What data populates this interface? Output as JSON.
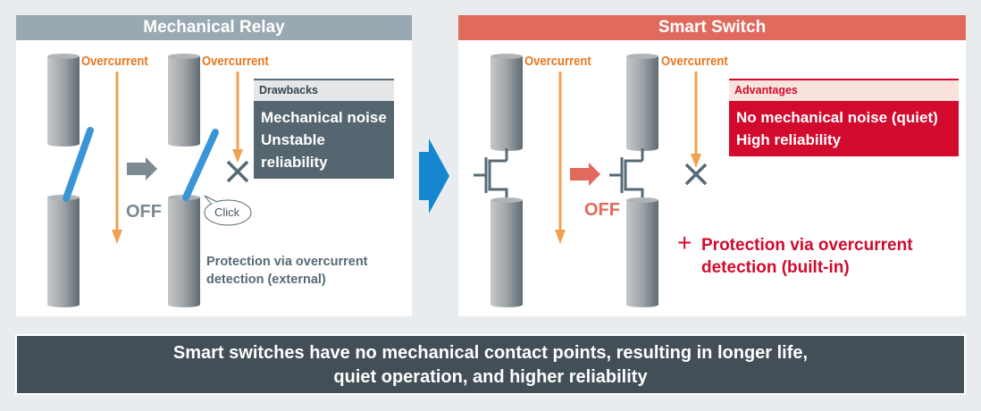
{
  "colors": {
    "background": "#e8ecef",
    "relay_header": "#98a9b1",
    "switch_header": "#e16a5f",
    "overcurrent": "#e8761e",
    "current_arrow": "#f0a050",
    "contact_blue": "#3a94d8",
    "drawbacks_body": "#556670",
    "advantages_body": "#d20a2e",
    "transition_arrow": "#1487d0",
    "summary_bg": "#434f57"
  },
  "left_panel": {
    "title": "Mechanical Relay",
    "overcurrent_label_1": "Overcurrent",
    "overcurrent_label_2": "Overcurrent",
    "off_label": "OFF",
    "click_label": "Click",
    "drawbacks": {
      "title": "Drawbacks",
      "items": [
        "Mechanical noise",
        "Unstable reliability"
      ]
    },
    "protection_line1": "Protection via overcurrent",
    "protection_line2": "detection (external)"
  },
  "right_panel": {
    "title": "Smart Switch",
    "overcurrent_label_1": "Overcurrent",
    "overcurrent_label_2": "Overcurrent",
    "off_label": "OFF",
    "advantages": {
      "title": "Advantages",
      "items": [
        "No mechanical noise (quiet)",
        "High reliability"
      ]
    },
    "plus_symbol": "+",
    "protection_line1": "Protection via overcurrent",
    "protection_line2": "detection (built-in)"
  },
  "summary": {
    "line1": "Smart switches have no mechanical contact points, resulting in longer life,",
    "line2": "quiet operation, and higher reliability"
  }
}
